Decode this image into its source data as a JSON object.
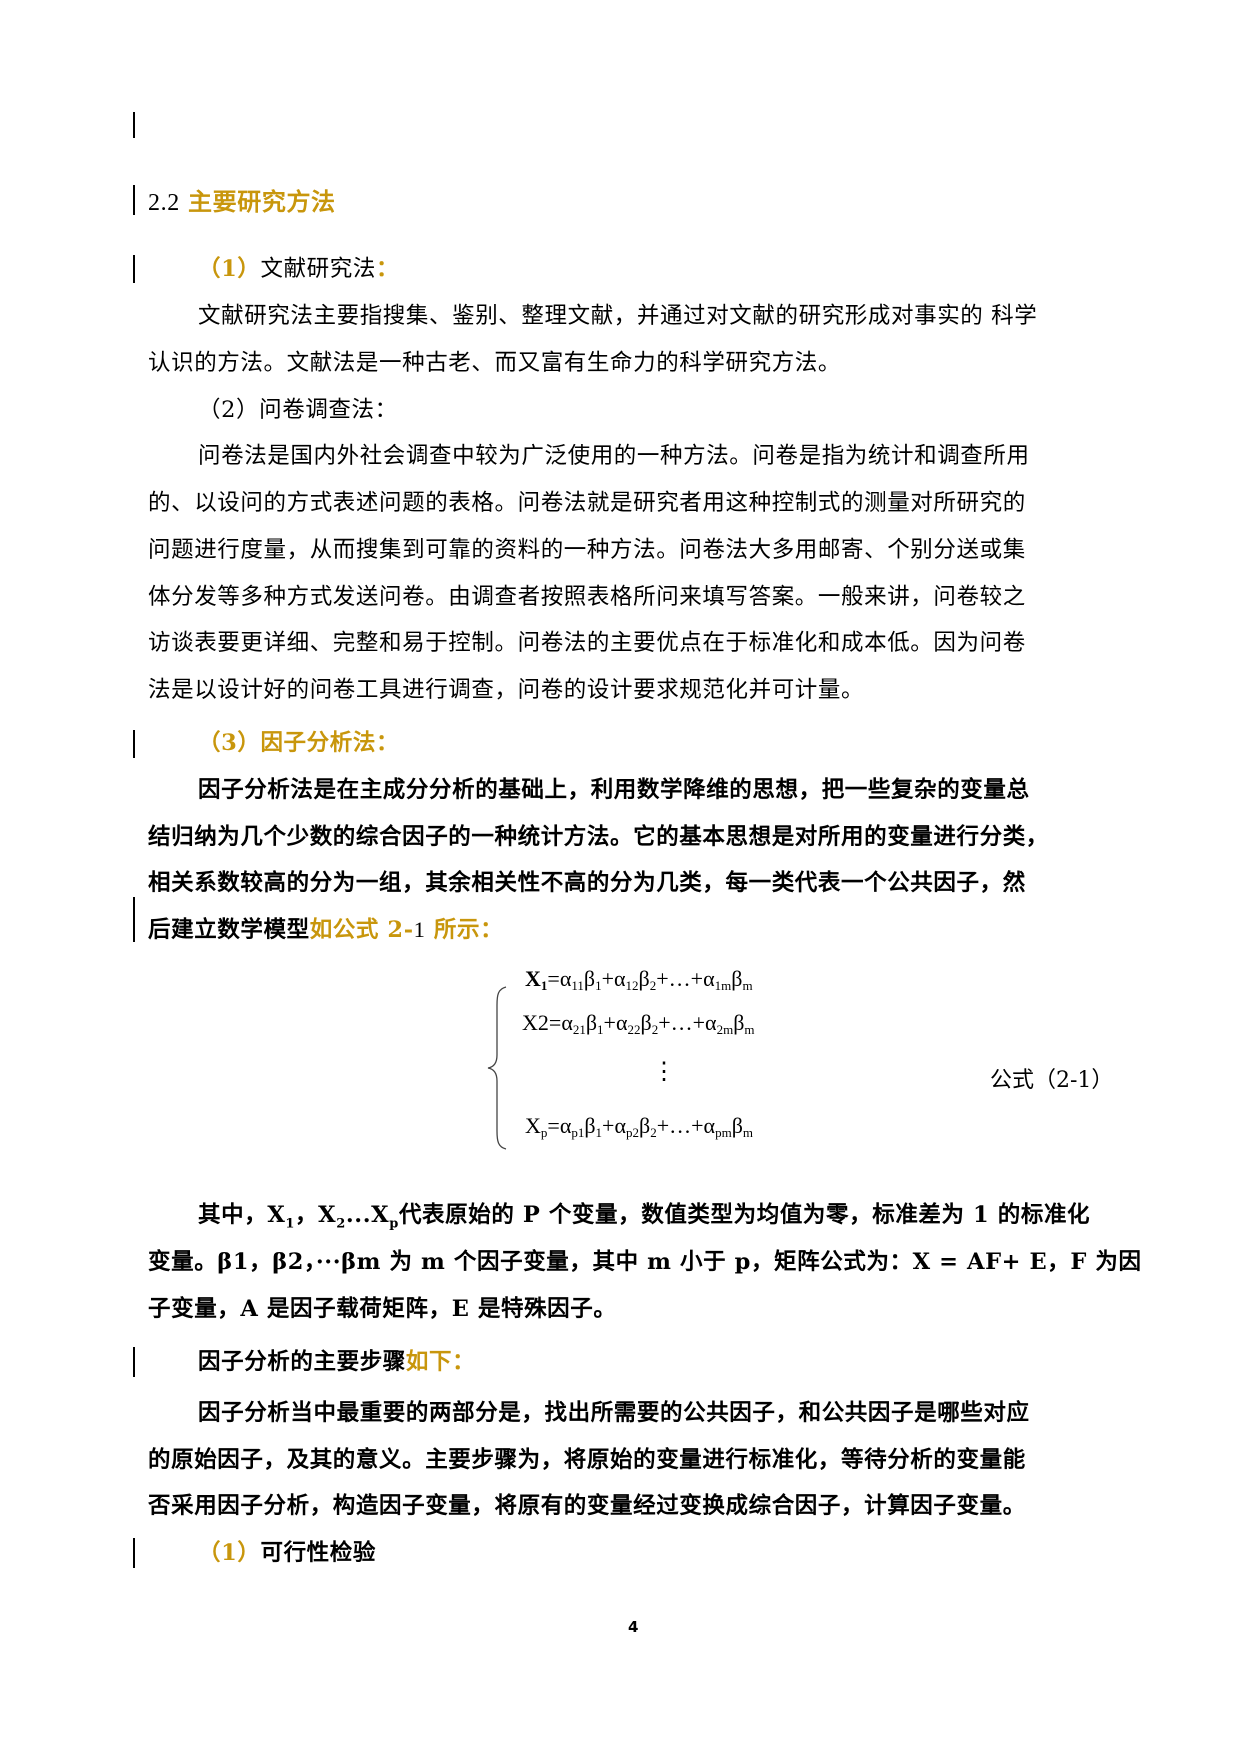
{
  "section": {
    "number": "2.2",
    "title": "主要研究方法"
  },
  "method1": {
    "heading_num": "（1）",
    "heading_text": "文献研究法",
    "heading_colon": "：",
    "lines": [
      "文献研究法主要指搜集、鉴别、整理文献，并通过对文献的研究形成对事实的 科学",
      "认识的方法。文献法是一种古老、而又富有生命力的科学研究方法。"
    ]
  },
  "method2": {
    "heading": "（2）问卷调查法：",
    "lines": [
      "问卷法是国内外社会调查中较为广泛使用的一种方法。问卷是指为统计和调查所用",
      "的、以设问的方式表述问题的表格。问卷法就是研究者用这种控制式的测量对所研究的",
      "问题进行度量，从而搜集到可靠的资料的一种方法。问卷法大多用邮寄、个别分送或集",
      "体分发等多种方式发送问卷。由调查者按照表格所问来填写答案。一般来讲，问卷较之",
      "访谈表要更详细、完整和易于控制。问卷法的主要优点在于标准化和成本低。因为问卷",
      "法是以设计好的问卷工具进行调查，问卷的设计要求规范化并可计量。"
    ]
  },
  "method3": {
    "heading": "（3）因子分析法：",
    "lines": [
      "因子分析法是在主成分分析的基础上，利用数学降维的思想，把一些复杂的变量总",
      "结归纳为几个少数的综合因子的一种统计方法。它的基本思想是对所用的变量进行分类，",
      "相关系数较高的分为一组，其余相关性不高的分为几类，每一类代表一个公共因子，然"
    ],
    "last_line_prefix": "后建立数学模型",
    "last_line_gold1": "如公式 2-",
    "last_line_black": "1",
    "last_line_gold2": " 所示："
  },
  "formula": {
    "rows": [
      {
        "lhs": "X",
        "lhs_sub": "1",
        "bold": true,
        "terms": [
          [
            "α",
            "11",
            "β",
            "1"
          ],
          [
            "α",
            "12",
            "β",
            "2"
          ],
          [
            "α",
            "1m",
            "β",
            "m"
          ]
        ]
      },
      {
        "lhs": "X2",
        "lhs_sub": "",
        "bold": false,
        "terms": [
          [
            "α",
            "21",
            "β",
            "1"
          ],
          [
            "α",
            "22",
            "β",
            "2"
          ],
          [
            "α",
            "2m",
            "β",
            "m"
          ]
        ]
      },
      {
        "lhs": "X",
        "lhs_sub": "p",
        "bold": false,
        "terms": [
          [
            "α",
            "p1",
            "β",
            "1"
          ],
          [
            "α",
            "p2",
            "β",
            "2"
          ],
          [
            "α",
            "pm",
            "β",
            "m"
          ]
        ]
      }
    ],
    "vdots": "⋮",
    "equals": "=",
    "plus": "+",
    "ellipsis": "…",
    "label": "公式（2-1）"
  },
  "explanation": {
    "line1_a": "其中，",
    "line1_x1": "X",
    "line1_x1_sub": "1",
    "line1_sep": "，",
    "line1_x2": "X",
    "line1_x2_sub": "2",
    "line1_dots": "...",
    "line1_xp": "X",
    "line1_xp_sub": "p",
    "line1_b": "代表原始的 P 个变量，数值类型为均值为零，标准差为 1 的标准化",
    "line2": "变量。β1，β2，···βm 为 m 个因子变量，其中 m 小于 p，矩阵公式为：X = AF+ E，F 为因",
    "line3": "子变量，A 是因子载荷矩阵，E 是特殊因子。"
  },
  "steps": {
    "heading_prefix": "因子分析的主要步骤",
    "heading_gold": "如下：",
    "lines": [
      "因子分析当中最重要的两部分是，找出所需要的公共因子，和公共因子是哪些对应",
      "的原始因子，及其的意义。主要步骤为，将原始的变量进行标准化，等待分析的变量能",
      "否采用因子分析，构造因子变量，将原有的变量经过变换成综合因子，计算因子变量。"
    ],
    "sub_num": "（1）",
    "sub_text": "可行性检验"
  },
  "page_number": "4",
  "colors": {
    "accent_gold": "#C8960C",
    "text": "#000000"
  }
}
